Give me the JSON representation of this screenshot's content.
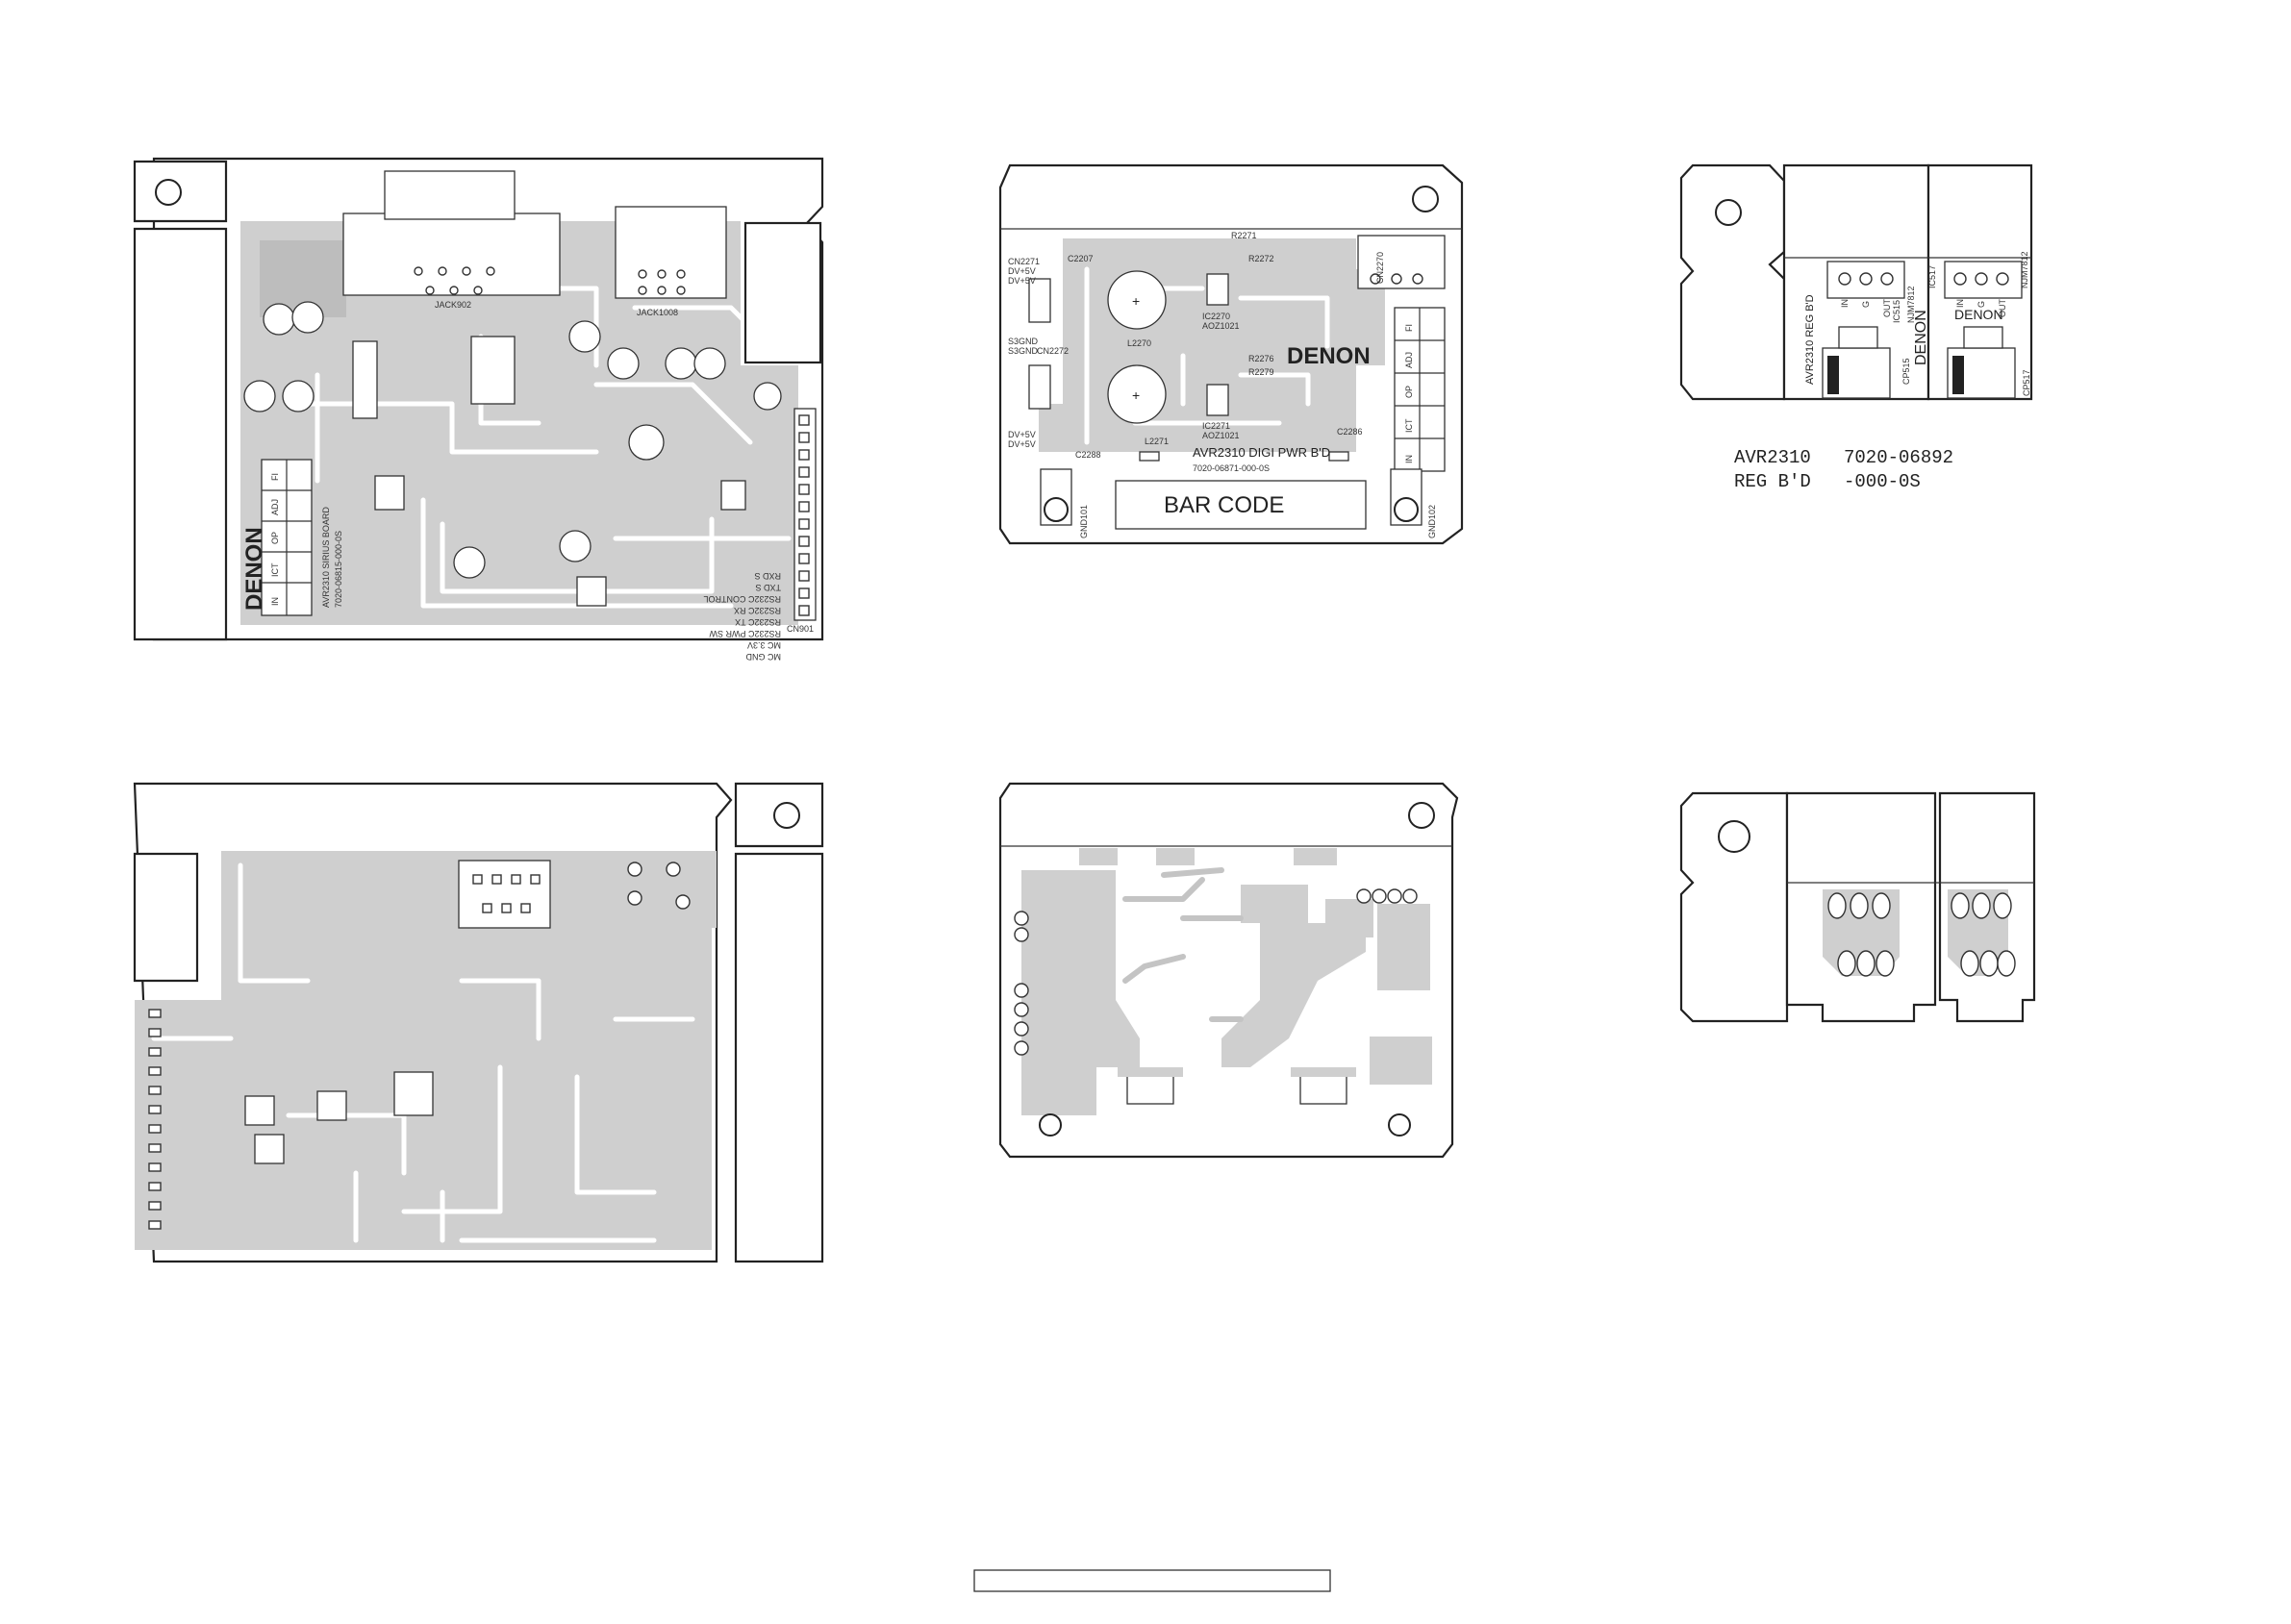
{
  "colors": {
    "outline": "#222222",
    "copper": "#cfcfcf",
    "background": "#ffffff"
  },
  "sirius_board": {
    "brand": "DENON",
    "board_name": "AVR2310 SIRIUS BOARD",
    "part_no": "7020-06815-000-0S",
    "connectors": [
      "JACK902",
      "JACK1008",
      "CN901"
    ],
    "check_points": [
      "IN",
      "ICT",
      "OP",
      "ADJ",
      "FI"
    ],
    "pin_labels": [
      "MC GND",
      "MC 3.3V",
      "RS232C PWR SW",
      "RS232C TX",
      "RS232C RX",
      "RS232C CONTROL",
      "TXD S",
      "RXD S"
    ]
  },
  "digi_pwr_board": {
    "brand": "DENON",
    "board_name": "AVR2310 DIGI PWR B'D",
    "part_no": "7020-06871-000-0S",
    "bar_code": "BAR CODE",
    "connectors": [
      "CN2271",
      "CN2272",
      "CN2270",
      "GND101",
      "GND102"
    ],
    "nets": [
      "DV+5V",
      "DV+5V",
      "S3GND",
      "S3GND",
      "DV+5V",
      "DV+5V"
    ],
    "check_points": [
      "IN",
      "ICT",
      "OP",
      "ADJ",
      "FI"
    ],
    "parts": [
      "C2207",
      "L2270",
      "L2271",
      "IC2270",
      "IC2271",
      "AOZ1021",
      "AOZ1021",
      "R2271",
      "R2272",
      "R2276",
      "R2279",
      "C2286",
      "C2288"
    ]
  },
  "reg_board": {
    "brand": "DENON",
    "board_name": "AVR2310 REG B'D",
    "regulators": [
      "NJM7812",
      "NJM7812"
    ],
    "parts": [
      "IC515",
      "IC517",
      "CP515",
      "CP517"
    ],
    "pin_labels": [
      "IN",
      "G",
      "OUT"
    ],
    "caption_line1_left": "AVR2310",
    "caption_line1_right": "7020-06892",
    "caption_line2_left": "REG B'D",
    "caption_line2_right": "-000-0S"
  }
}
